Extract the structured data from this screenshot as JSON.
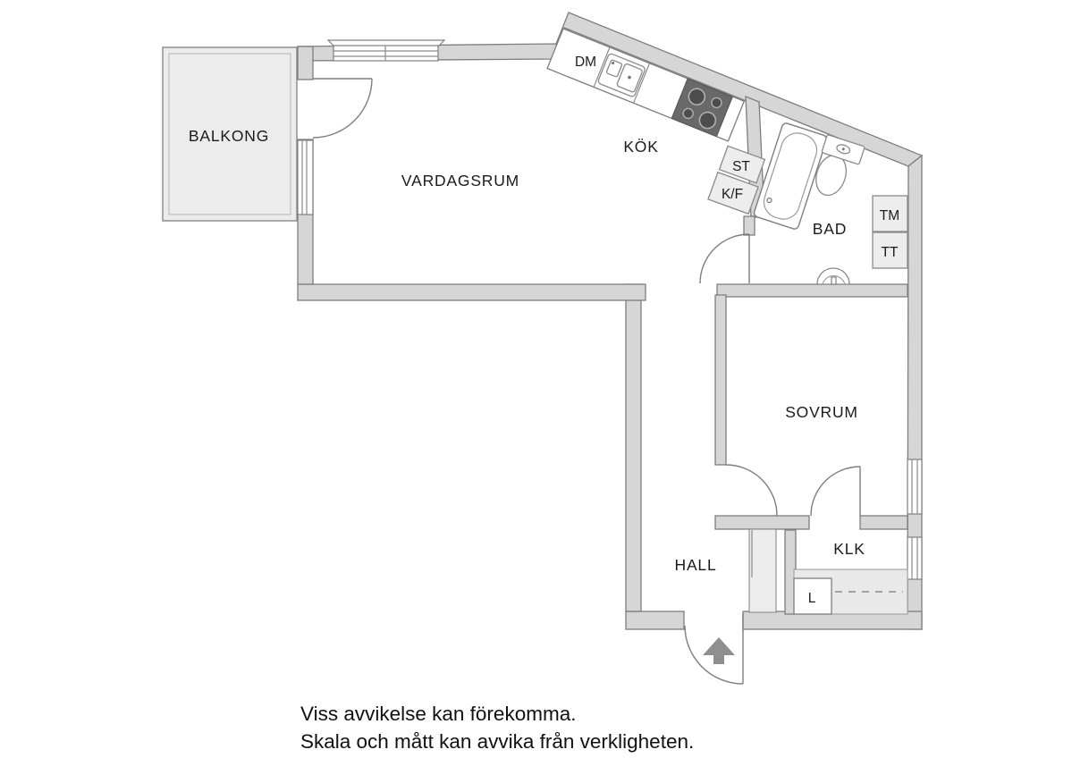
{
  "floorplan": {
    "rooms": {
      "balkong": {
        "label": "BALKONG"
      },
      "vardagsrum": {
        "label": "VARDAGSRUM"
      },
      "kok": {
        "label": "KÖK"
      },
      "bad": {
        "label": "BAD"
      },
      "sovrum": {
        "label": "SOVRUM"
      },
      "hall": {
        "label": "HALL"
      },
      "klk": {
        "label": "KLK"
      }
    },
    "fixtures": {
      "dishwasher": {
        "label": "DM"
      },
      "cleaning_cabinet": {
        "label": "ST"
      },
      "fridge_freezer": {
        "label": "K/F"
      },
      "washing_machine": {
        "label": "TM"
      },
      "tumble_dryer": {
        "label": "TT"
      },
      "linen_closet": {
        "label": "L"
      }
    },
    "disclaimer": {
      "line1": "Viss avvikelse kan förekomma.",
      "line2": "Skala och mått kan avvika från verkligheten."
    },
    "colors": {
      "background": "#ffffff",
      "wall_fill": "#d6d6d6",
      "wall_outline": "#7e7e7e",
      "balcony_fill": "#ececec",
      "cabinet_fill": "#ededed",
      "stove_fill": "#696969",
      "arrow_fill": "#8f8f8f",
      "text": "#1b1b1b"
    }
  }
}
